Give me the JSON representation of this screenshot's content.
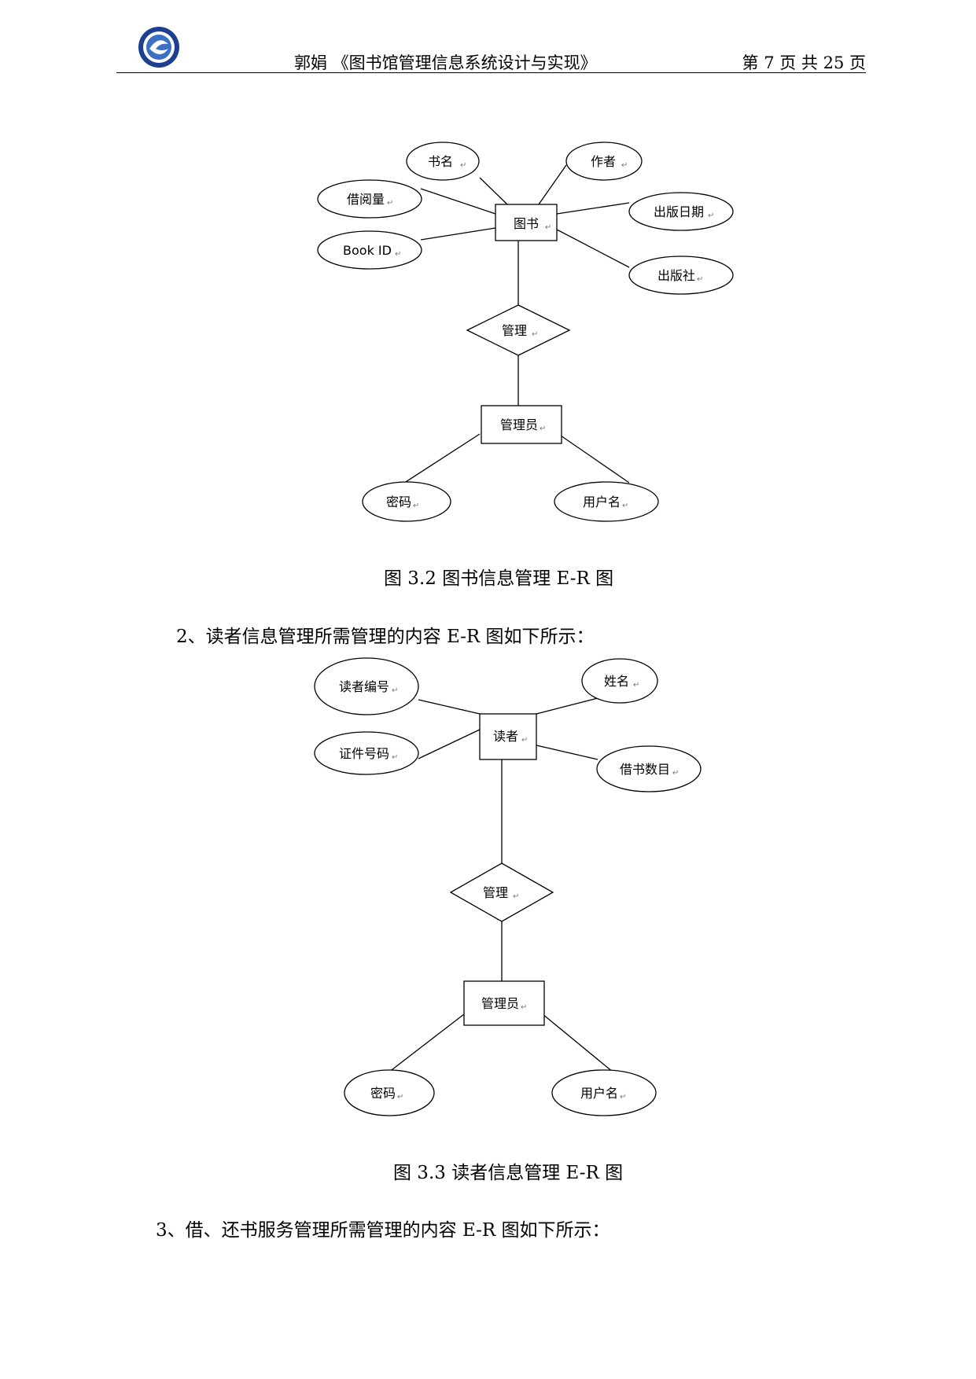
{
  "header": {
    "title": "郭娟 《图书馆管理信息系统设计与实现》",
    "page": "第 7 页 共 25 页"
  },
  "figure1": {
    "caption": "图 3.2 图书信息管理 E-R 图",
    "entity": "图书",
    "attributes": [
      "书名",
      "作者",
      "借阅量",
      "出版日期",
      "Book ID",
      "出版社"
    ],
    "relation": "管理",
    "entity2": "管理员",
    "entity2_attributes": [
      "密码",
      "用户名"
    ]
  },
  "para2": "2、读者信息管理所需管理的内容 E-R 图如下所示：",
  "figure2": {
    "caption": "图 3.3 读者信息管理 E-R 图",
    "entity": "读者",
    "attributes": [
      "读者编号",
      "姓名",
      "证件号码",
      "借书数目"
    ],
    "relation": "管理",
    "entity2": "管理员",
    "entity2_attributes": [
      "密码",
      "用户名"
    ]
  },
  "para3": "3、借、还书服务管理所需管理的内容 E-R 图如下所示：",
  "return_mark": "↵"
}
